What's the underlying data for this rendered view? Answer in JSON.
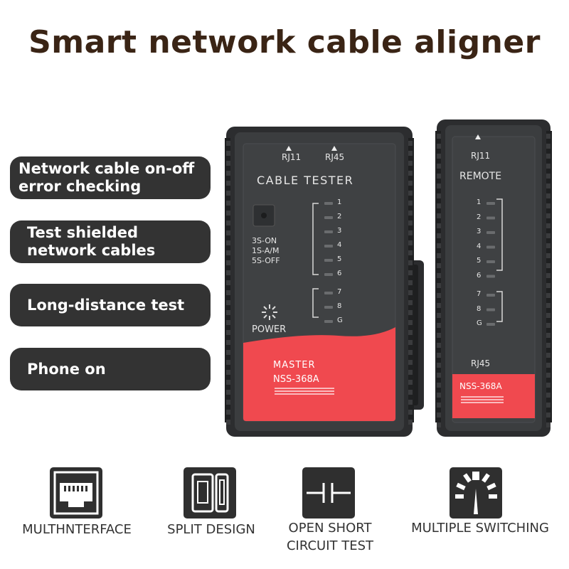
{
  "title": "Smart network cable aligner",
  "features_left": [
    {
      "label": "Network cable on-off\nerror checking"
    },
    {
      "label": "Test shielded\nnetwork cables"
    },
    {
      "label": "Long-distance test"
    },
    {
      "label": "Phone on"
    }
  ],
  "master": {
    "port_rj11": "RJ11",
    "port_rj45": "RJ45",
    "heading": "CABLE TESTER",
    "mode_lines": [
      "3S-ON",
      "1S-A/M",
      "5S-OFF"
    ],
    "leds": [
      "1",
      "2",
      "3",
      "4",
      "5",
      "6",
      "7",
      "8",
      "G"
    ],
    "power_label": "POWER",
    "badge_title": "MASTER",
    "model": "NSS-368A"
  },
  "remote": {
    "port_rj11": "RJ11",
    "heading": "REMOTE",
    "leds": [
      "1",
      "2",
      "3",
      "4",
      "5",
      "6",
      "7",
      "8",
      "G"
    ],
    "port_rj45": "RJ45",
    "model": "NSS-368A"
  },
  "features_bottom": [
    {
      "icon": "ethernet-port-icon",
      "label": "MULTHNTERFACE"
    },
    {
      "icon": "split-design-icon",
      "label": "SPLIT DESIGN"
    },
    {
      "icon": "circuit-test-icon",
      "label": "OPEN SHORT\nCIRCUIT TEST"
    },
    {
      "icon": "switching-dial-icon",
      "label": "MULTIPLE SWITCHING"
    }
  ],
  "colors": {
    "title": "#3a2415",
    "pill": "#333333",
    "device_body": "#3b3d3f",
    "accent_red": "#f0494f"
  }
}
